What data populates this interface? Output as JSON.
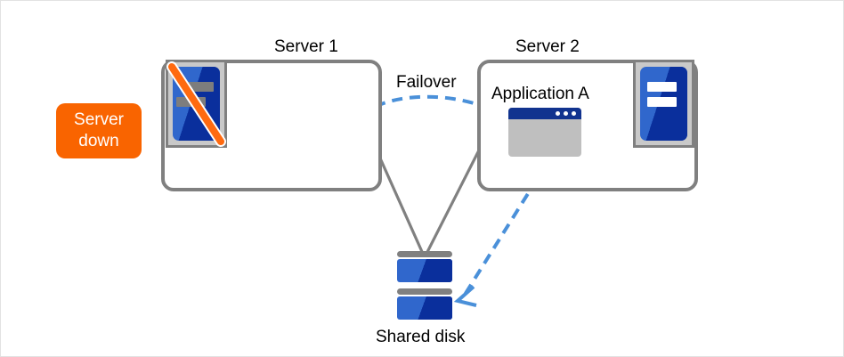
{
  "diagram": {
    "title_labels": {
      "server1": "Server 1",
      "server2": "Server 2",
      "failover": "Failover",
      "application": "Application A",
      "shared_disk": "Shared disk"
    },
    "status_badge": {
      "line1": "Server",
      "line2": "down",
      "color": "#f96400",
      "text_color": "#ffffff"
    },
    "nodes": [
      {
        "id": "server1",
        "label": "Server 1",
        "state": "down",
        "icon": "server-icon-disabled",
        "has_application": false
      },
      {
        "id": "server2",
        "label": "Server 2",
        "state": "active",
        "icon": "server-icon-active",
        "has_application": true,
        "application": "Application A"
      },
      {
        "id": "shared-disk",
        "label": "Shared disk",
        "icon": "disk-stack-icon",
        "units": 2
      }
    ],
    "connections": [
      {
        "from": "server1",
        "to": "shared-disk",
        "style": "solid",
        "color": "#808080"
      },
      {
        "from": "server2",
        "to": "shared-disk",
        "style": "solid",
        "color": "#808080"
      },
      {
        "from": "server1",
        "to": "server2",
        "style": "dashed-arc-arrow",
        "color": "#4a90d9",
        "label": "Failover"
      },
      {
        "from": "server2-application",
        "to": "shared-disk",
        "style": "dashed-arrow",
        "color": "#4a90d9"
      }
    ],
    "colors": {
      "box_border": "#808080",
      "icon_frame": "#c9c9c9",
      "icon_blue_light": "#3067cc",
      "icon_blue_dark": "#0a2f9c",
      "app_titlebar": "#11338f",
      "app_body": "#bfbfbf",
      "arrow_blue": "#4a90d9",
      "badge_orange": "#f96400",
      "slash_orange": "#ff6a10",
      "background": "#ffffff",
      "page_border": "#e2e2e2"
    }
  }
}
